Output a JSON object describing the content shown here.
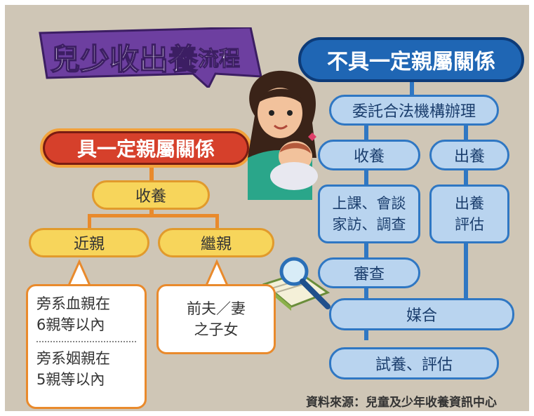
{
  "diagram": {
    "title_main": "兒少收出養",
    "title_suffix": "流程",
    "left_branch": {
      "header": "具一定親屬關係",
      "adoption": "收養",
      "near_relative": "近親",
      "step_relative": "繼親",
      "near_detail_1_line1": "旁系血親在",
      "near_detail_1_line2": "6親等以內",
      "near_detail_2_line1": "旁系姻親在",
      "near_detail_2_line2": "5親等以內",
      "step_detail_line1": "前夫／妻",
      "step_detail_line2": "之子女"
    },
    "right_branch": {
      "header": "不具一定親屬關係",
      "agency": "委託合法機構辦理",
      "adopt_in": "收養",
      "adopt_out": "出養",
      "in_steps_line1": "上課、會談",
      "in_steps_line2": "家訪、調查",
      "out_steps_line1": "出養",
      "out_steps_line2": "評估",
      "review": "審查",
      "matching": "媒合",
      "trial": "試養、評估"
    },
    "source": "資料來源：兒童及少年收養資訊中心"
  },
  "colors": {
    "purple_banner": "#6d3fa0",
    "dark_blue": "#1f66b4",
    "red": "#d6402b",
    "yellow": "#f7d55b",
    "light_blue": "#b9d4ef",
    "orange_line": "#e98a2c"
  }
}
